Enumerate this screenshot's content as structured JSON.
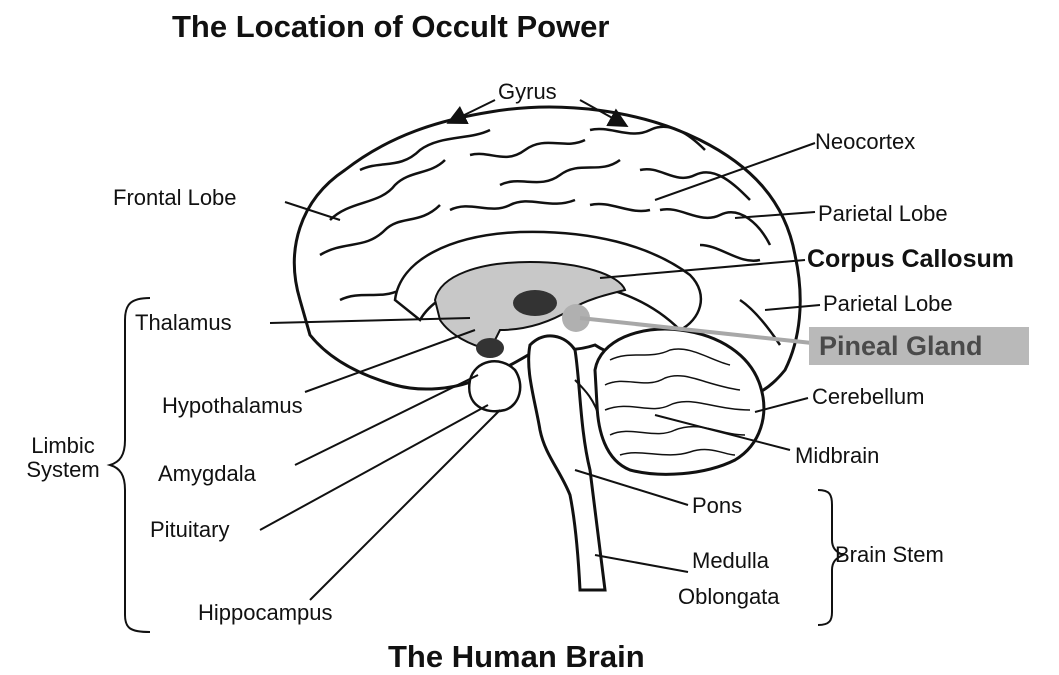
{
  "title": "The Location of Occult Power",
  "caption": "The Human Brain",
  "labels": {
    "gyrus": "Gyrus",
    "neocortex": "Neocortex",
    "frontal_lobe": "Frontal Lobe",
    "parietal_lobe_upper": "Parietal Lobe",
    "corpus_callosum": "Corpus Callosum",
    "parietal_lobe_lower": "Parietal Lobe",
    "pineal_gland": "Pineal Gland",
    "thalamus": "Thalamus",
    "hypothalamus": "Hypothalamus",
    "cerebellum": "Cerebellum",
    "limbic_system_line1": "Limbic",
    "limbic_system_line2": "System",
    "amygdala": "Amygdala",
    "midbrain": "Midbrain",
    "pons": "Pons",
    "pituitary": "Pituitary",
    "medulla_line1": "Medulla",
    "medulla_line2": "Oblongata",
    "brain_stem": "Brain Stem",
    "hippocampus": "Hippocampus"
  },
  "colors": {
    "ink": "#111111",
    "shade": "#c8c8c8",
    "dark_gland": "#333333",
    "pineal_highlight": "#b9b9b9",
    "pineal_text": "#4a4a4a"
  }
}
